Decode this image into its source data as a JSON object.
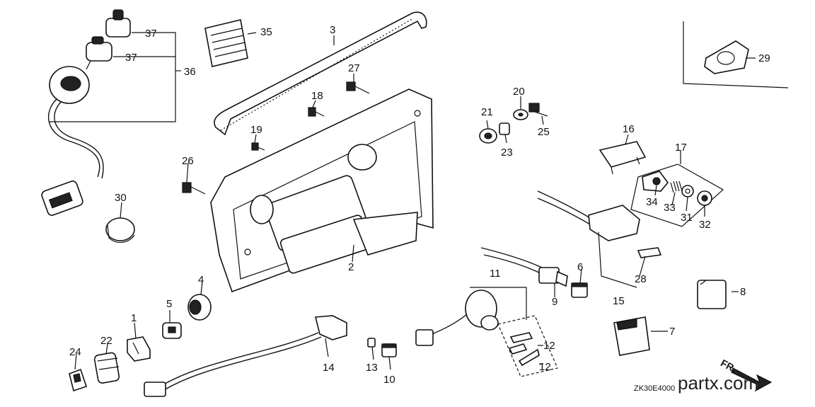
{
  "labels": {
    "p1": "1",
    "p2": "2",
    "p3": "3",
    "p4": "4",
    "p5": "5",
    "p6": "6",
    "p7": "7",
    "p8": "8",
    "p9": "9",
    "p10": "10",
    "p11": "11",
    "p12a": "12",
    "p12b": "12",
    "p13": "13",
    "p14": "14",
    "p15": "15",
    "p16": "16",
    "p17": "17",
    "p18": "18",
    "p19": "19",
    "p20": "20",
    "p21": "21",
    "p22": "22",
    "p23": "23",
    "p24": "24",
    "p25": "25",
    "p26": "26",
    "p27": "27",
    "p28": "28",
    "p29": "29",
    "p30": "30",
    "p31": "31",
    "p32": "32",
    "p33": "33",
    "p34": "34",
    "p35": "35",
    "p36": "36",
    "p37a": "37",
    "p37b": "37"
  },
  "diagram_code": "ZK30E4000",
  "direction_marker": "FR.",
  "watermark_brand": "partx.com"
}
